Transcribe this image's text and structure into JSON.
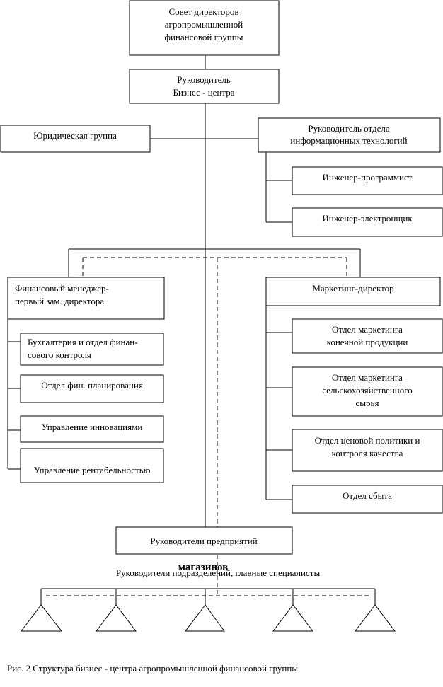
{
  "boxes": {
    "board": [
      "Совет директоров",
      "агропромышленной",
      "финансовой группы"
    ],
    "head": [
      "Руководитель",
      "Бизнес - центра"
    ],
    "legal": [
      "Юридическая группа"
    ],
    "it_head": [
      "Руководитель отдела",
      "информационных технологий"
    ],
    "programmer": [
      "Инженер-программист"
    ],
    "electronics": [
      "Инженер-электронщик"
    ],
    "fin_manager": [
      "Финансовый менеджер-",
      "первый зам. директора"
    ],
    "accounting": [
      "Бухгалтерия и отдел финан-",
      "сового контроля"
    ],
    "fin_planning": [
      "Отдел фин. планирования"
    ],
    "innovation": [
      "Управление инновациями"
    ],
    "profitability": [
      "Управление рентабельностью"
    ],
    "marketing_director": [
      "Маркетинг-директор"
    ],
    "mkt_final": [
      "Отдел маркетинга",
      "конечной продукции"
    ],
    "mkt_raw": [
      "Отдел маркетинга",
      "сельскохозяйственного",
      "сырья"
    ],
    "pricing": [
      "Отдел ценовой политики и",
      "контроля качества"
    ],
    "sales": [
      "Отдел сбыта"
    ],
    "enterprises": [
      "Руководители предприятий"
    ]
  },
  "overlap_bold": "магазинов",
  "subdivisions": "Руководители подразделений, главные специалисты",
  "caption": "Рис. 2  Структура бизнес - центра агропромышленной финансовой группы"
}
